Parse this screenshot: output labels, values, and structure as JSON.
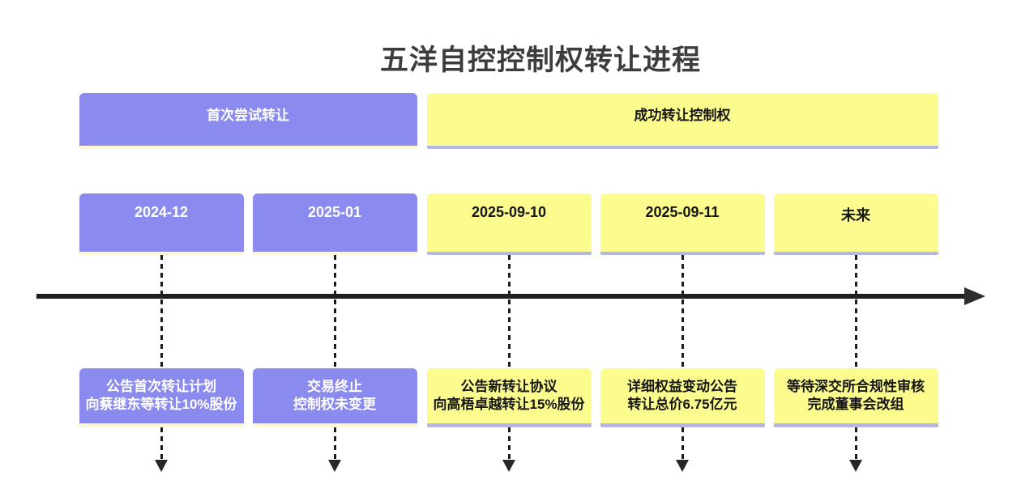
{
  "title": "五洋自控控制权转让进程",
  "diagram_type": "timeline",
  "colors": {
    "purple_fill": "#8b8bef",
    "purple_text": "#ffffff",
    "purple_shadow": "#fdf8d2",
    "yellow_fill": "#fbfb8e",
    "yellow_text": "#161616",
    "yellow_shadow": "#b6b6e6",
    "axis": "#1f1f1f",
    "title_text": "#3d3d3d"
  },
  "phases": [
    {
      "label": "首次尝试转让",
      "fill": "#8b8bef",
      "text_color": "#ffffff",
      "shadow": "#fdf8d2"
    },
    {
      "label": "成功转让控制权",
      "fill": "#fbfb8e",
      "text_color": "#161616",
      "shadow": "#b6b6e6"
    }
  ],
  "events": [
    {
      "date": "2024-12",
      "phase": 0,
      "desc": [
        "公告首次转让计划",
        "向蔡继东等转让10%股份"
      ]
    },
    {
      "date": "2025-01",
      "phase": 0,
      "desc": [
        "交易终止",
        "控制权未变更"
      ]
    },
    {
      "date": "2025-09-10",
      "phase": 1,
      "desc": [
        "公告新转让协议",
        "向高梧卓越转让15%股份"
      ]
    },
    {
      "date": "2025-09-11",
      "phase": 1,
      "desc": [
        "详细权益变动公告",
        "转让总价6.75亿元"
      ]
    },
    {
      "date": "未来",
      "phase": 1,
      "desc": [
        "等待深交所合规性审核",
        "完成董事会改组"
      ]
    }
  ]
}
